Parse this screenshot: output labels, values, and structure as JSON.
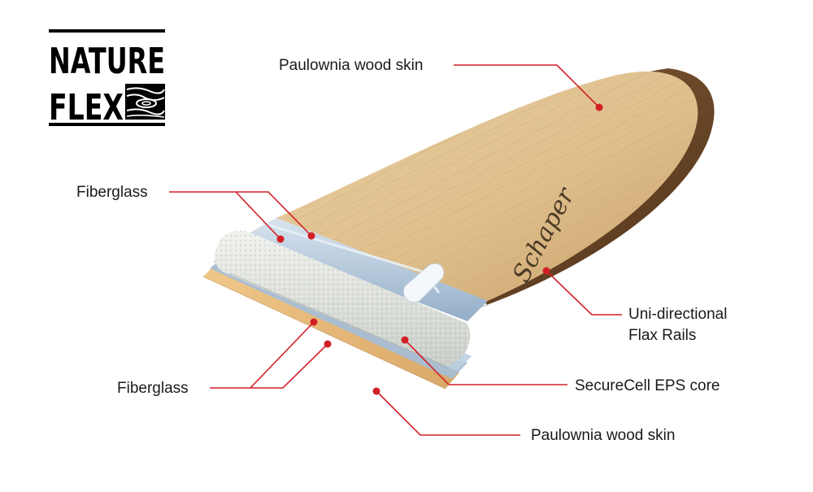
{
  "logo": {
    "line1": "NATURE",
    "line2": "FLEX"
  },
  "board": {
    "signature": "Schaper",
    "colors": {
      "deck": "#e2c493",
      "rail": "#6e4a2a",
      "eps": "#dcdfdb",
      "fiberglass": "#9fb8d0",
      "leader": "#d21f26"
    }
  },
  "callouts": [
    {
      "id": "top-skin",
      "lines": [
        "Paulownia wood skin"
      ]
    },
    {
      "id": "top-fiberglass",
      "lines": [
        "Fiberglass"
      ]
    },
    {
      "id": "rails",
      "lines": [
        "Uni-directional",
        "Flax Rails"
      ]
    },
    {
      "id": "core",
      "lines": [
        "SecureCell EPS core"
      ]
    },
    {
      "id": "bottom-fiberglass",
      "lines": [
        "Fiberglass"
      ]
    },
    {
      "id": "bottom-skin",
      "lines": [
        "Paulownia wood skin"
      ]
    }
  ]
}
